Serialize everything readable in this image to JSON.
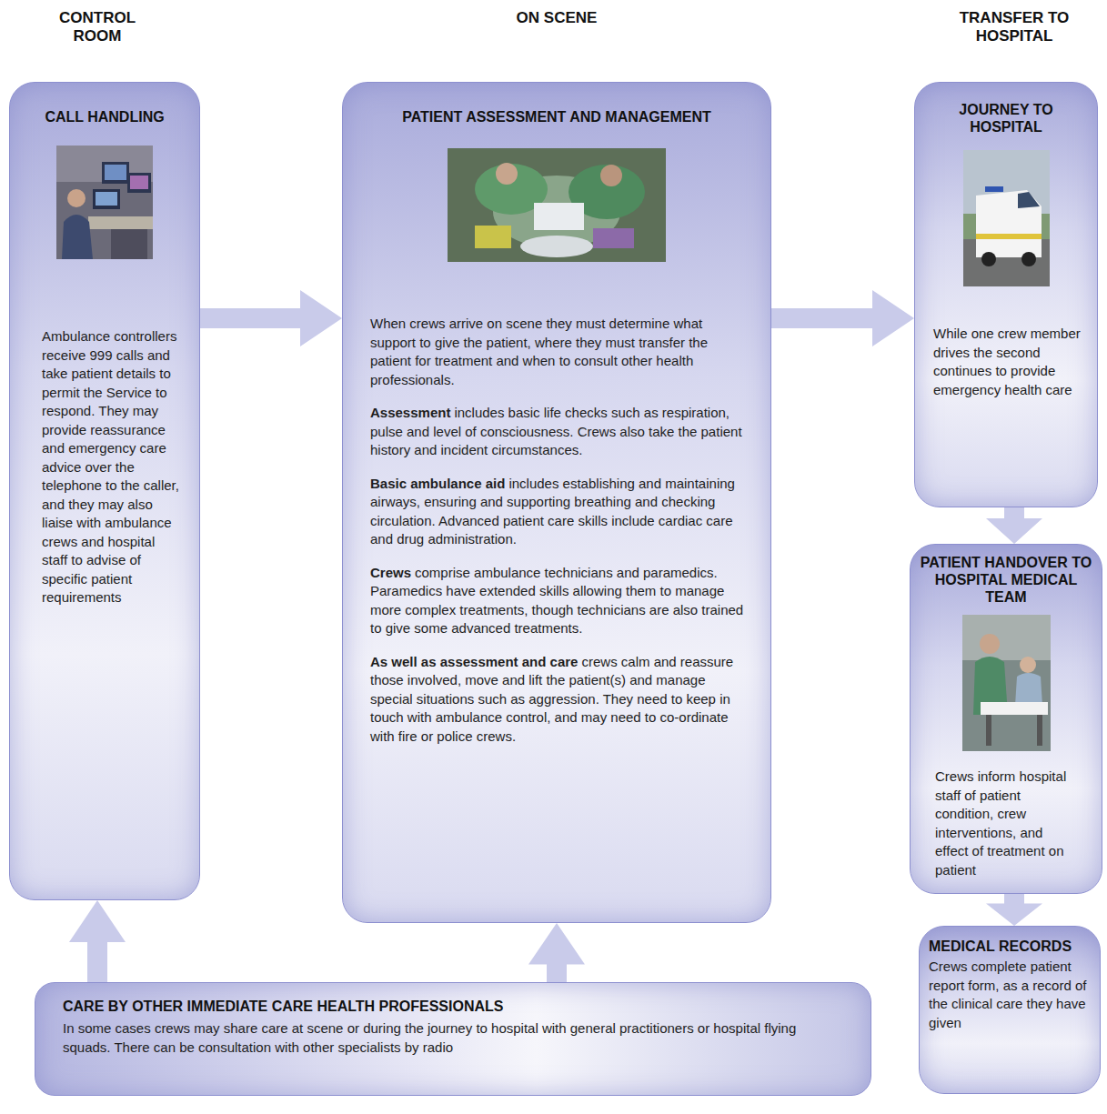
{
  "diagram": {
    "nodes": [
      {
        "text": [
          "CALL HANDLING",
          "Ambulance controllers receive 999 calls and take patient details to permit the Service to respond. They may provide reassurance and emergency care advice over the telephone to the caller, and they may also liaise with ambulance crews and hospital staff to advise of specific patient requirements"
        ]
      },
      {
        "text": [
          "PATIENT ASSESSMENT AND MANAGEMENT",
          "When crews arrive on scene they must determine what support to give the patient, where they must transfer the patient for treatment and when to consult other health professionals.",
          "Assessment",
          "includes basic life checks such as respiration, pulse and level of consciousness. Crews also take the patient history and incident circumstances.",
          "Basic ambulance aid",
          "includes establishing and maintaining airways, ensuring and supporting breathing and checking circulation. Advanced patient care skills include cardiac care and drug administration.",
          "Crews",
          "comprise ambulance technicians and paramedics. Paramedics have extended skills allowing them to manage more complex treatments, though technicians are also trained to give some advanced treatments.",
          "As well as assessment and care",
          "crews calm and reassure those involved, move and lift the patient(s) and manage special situations such as aggression. They need to keep in touch with ambulance control, and may need to co-ordinate with fire or police crews."
        ]
      },
      {
        "text": [
          "JOURNEY TO HOSPITAL",
          "While one crew member drives the second continues to provide emergency health care"
        ]
      },
      {
        "text": [
          "PATIENT HANDOVER TO HOSPITAL MEDICAL TEAM",
          "Crews inform hospital staff of patient condition, crew interventions, and effect of treatment on patient"
        ]
      },
      {
        "text": [
          "MEDICAL RECORDS",
          "Crews complete patient report form, as a record of the clinical care they have given"
        ]
      },
      {
        "text": [
          "CARE BY OTHER IMMEDIATE CARE HEALTH PROFESSIONALS",
          "In some cases crews may share care at scene or during the journey to hospital with general practitioners or hospital flying squads. There can be consultation with other specialists by radio"
        ]
      }
    ],
    "edges": [
      {
        "from": 0,
        "to": 1,
        "arrow": "to"
      },
      {
        "from": 1,
        "to": 2,
        "arrow": "to"
      },
      {
        "from": 2,
        "to": 3,
        "arrow": "to"
      },
      {
        "from": 3,
        "to": 4,
        "arrow": "to"
      },
      {
        "from": 5,
        "to": 0,
        "arrow": "to"
      },
      {
        "from": 5,
        "to": 1,
        "arrow": "to"
      }
    ],
    "labels": [
      "CONTROL ROOM",
      "ON SCENE",
      "TRANSFER TO HOSPITAL"
    ]
  }
}
